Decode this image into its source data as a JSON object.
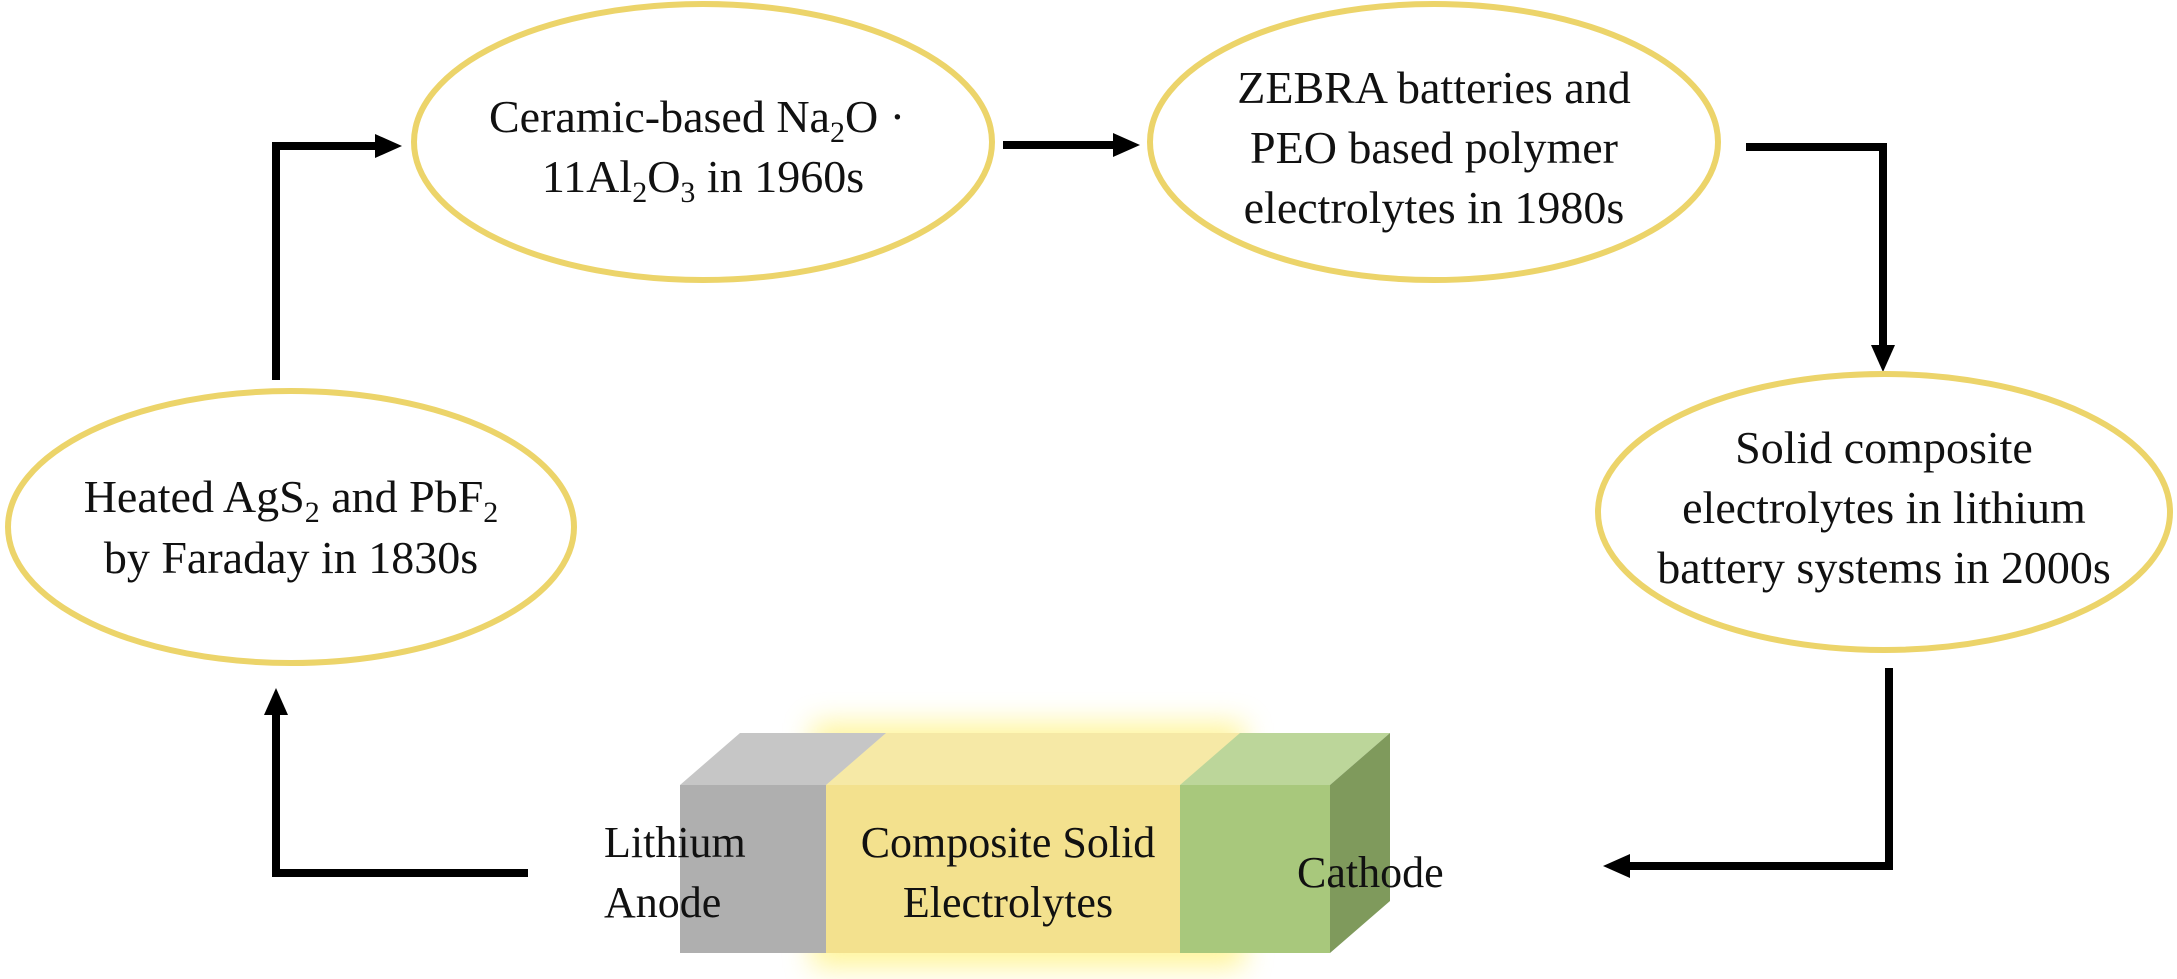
{
  "nodes": {
    "faraday": {
      "line1": {
        "a": "Heated AgS",
        "sub1": "2",
        "b": " and PbF",
        "sub2": "2"
      },
      "line2": "by Faraday in 1830s"
    },
    "ceramic": {
      "line1": {
        "a": "Ceramic-based Na",
        "sub": "2",
        "b": "O ·"
      },
      "line2": {
        "a": "11Al",
        "sub1": "2",
        "b": "O",
        "sub2": "3",
        "c": " in 1960s"
      }
    },
    "zebra": {
      "line1": "ZEBRA batteries and",
      "line2": "PEO based polymer",
      "line3": "electrolytes in 1980s"
    },
    "composite": {
      "line1": "Solid composite",
      "line2": "electrolytes in lithium",
      "line3": "battery systems in 2000s"
    }
  },
  "battery": {
    "anode": {
      "line1": "Lithium",
      "line2": "Anode"
    },
    "electrolyte": {
      "line1": "Composite Solid",
      "line2": "Electrolytes"
    },
    "cathode": "Cathode"
  },
  "colors": {
    "ellipse_stroke": "#ecd46a",
    "arrow": "#000000",
    "anode_front": "#afafaf",
    "anode_top": "#c6c6c6",
    "electrolyte_front": "#f3e18e",
    "electrolyte_top": "#f6e9a6",
    "cathode_front": "#a8c87c",
    "cathode_top": "#bcd69a",
    "cathode_side": "#7f9a5c",
    "glow": "#fff27a"
  }
}
